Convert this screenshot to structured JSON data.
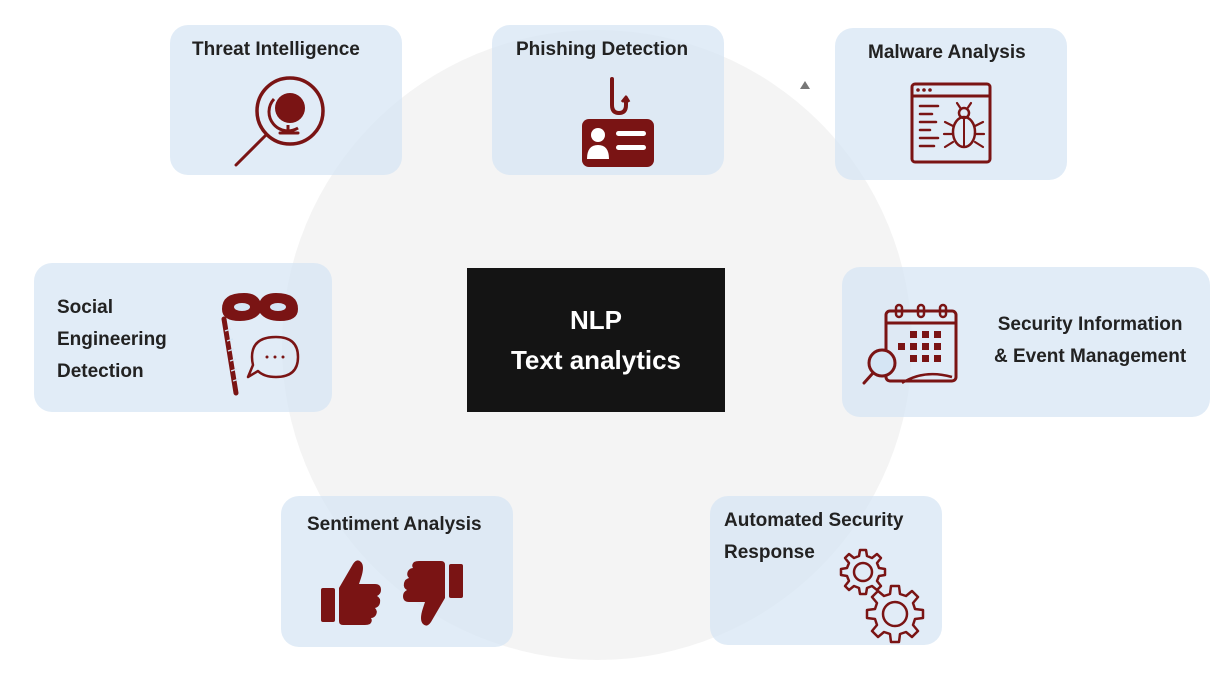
{
  "center": {
    "line1": "NLP",
    "line2": "Text analytics"
  },
  "cards": {
    "threat_intelligence": {
      "label": "Threat Intelligence",
      "icon": "magnifier-globe-icon"
    },
    "phishing_detection": {
      "label": "Phishing Detection",
      "icon": "hook-id-card-icon"
    },
    "malware_analysis": {
      "label": "Malware Analysis",
      "icon": "browser-bug-icon"
    },
    "social_engineering": {
      "lines": [
        "Social",
        "Engineering",
        "Detection"
      ],
      "icon": "mask-speech-bubble-icon"
    },
    "siem": {
      "lines": [
        "Security Information",
        "& Event Management"
      ],
      "icon": "calendar-magnifier-icon"
    },
    "sentiment_analysis": {
      "label": "Sentiment Analysis",
      "icon": "thumbs-up-down-icon"
    },
    "automated_response": {
      "lines": [
        "Automated Security",
        "Response"
      ],
      "icon": "gears-icon"
    }
  },
  "colors": {
    "card_background": "#d5e5f4",
    "icon_dark_red": "#7a1414",
    "center_background": "#141414",
    "center_text": "#ffffff",
    "circle_background": "#eeeeee"
  }
}
